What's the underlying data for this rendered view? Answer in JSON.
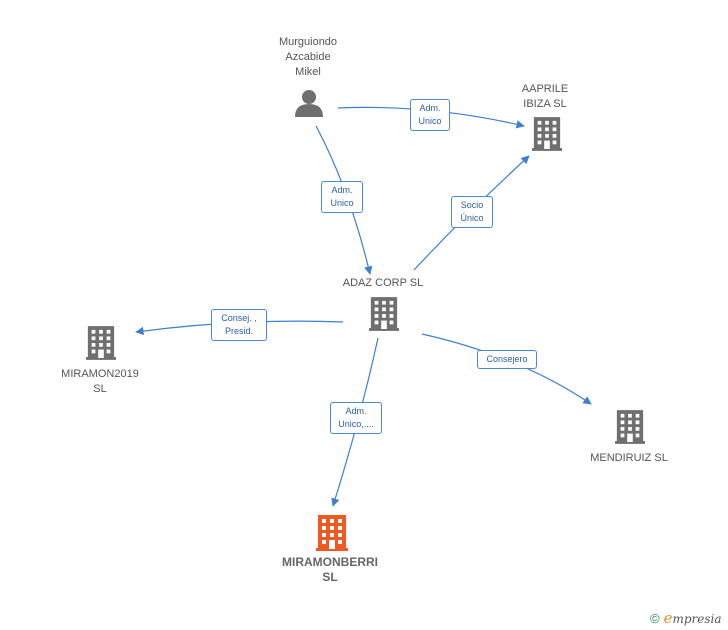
{
  "colors": {
    "edge": "#3d7fd3",
    "company_icon": "#6f6f6f",
    "company_main_icon": "#f05a22",
    "person_icon": "#6f6f6f"
  },
  "nodes": {
    "person": {
      "label": "Murguiondo\nAzcabide\nMikel",
      "icon": "person-icon"
    },
    "aaprile": {
      "label": "AAPRILE\nIBIZA  SL",
      "icon": "building-icon"
    },
    "adaz": {
      "label": "ADAZ CORP  SL",
      "icon": "building-icon"
    },
    "miramon2019": {
      "label": "MIRAMON2019\nSL",
      "icon": "building-icon"
    },
    "mendiruiz": {
      "label": "MENDIRUIZ  SL",
      "icon": "building-icon"
    },
    "miramonberri": {
      "label": "MIRAMONBERRI\nSL",
      "icon": "building-icon"
    }
  },
  "edges": {
    "person_aaprile": "Adm.\nUnico",
    "person_adaz": "Adm.\nUnico",
    "adaz_aaprile": "Socio\nÚnico",
    "adaz_miramon2019": "Consej. ,\nPresid.",
    "adaz_mendiruiz": "Consejero",
    "adaz_miramonberri": "Adm.\nUnico,...."
  },
  "brand": {
    "copyright": "©",
    "e": "e",
    "rest": "mpresia"
  }
}
